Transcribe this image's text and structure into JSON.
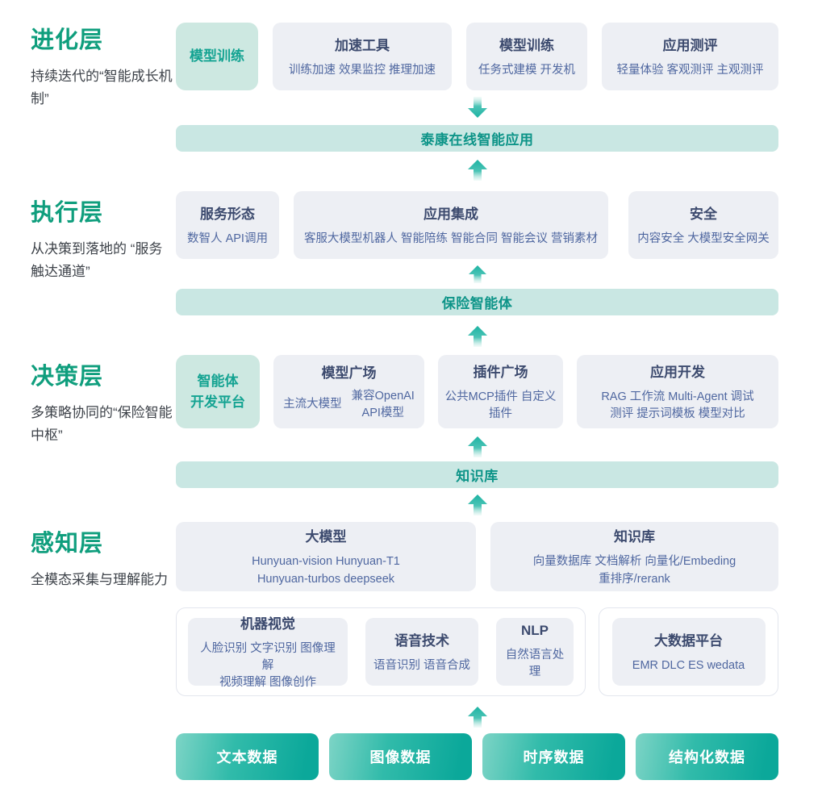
{
  "layers": {
    "evolution": {
      "title": "进化层",
      "subtitle": "持续迭代的“智能成长机制”",
      "cards": {
        "training_platform": {
          "title": "模型训练"
        },
        "accel_tools": {
          "title": "加速工具",
          "items": "训练加速 效果监控 推理加速"
        },
        "model_training": {
          "title": "模型训练",
          "items": "任务式建模 开发机"
        },
        "app_eval": {
          "title": "应用测评",
          "items": "轻量体验 客观测评 主观测评"
        }
      }
    },
    "execution": {
      "title": "执行层",
      "subtitle": "从决策到落地的 “服务触达通道”",
      "cards": {
        "service_forms": {
          "title": "服务形态",
          "items": "数智人  API调用"
        },
        "app_integration": {
          "title": "应用集成",
          "items": "客服大模型机器人 智能陪练 智能合同 智能会议 营销素材"
        },
        "security": {
          "title": "安全",
          "items": "内容安全 大模型安全网关"
        }
      }
    },
    "decision": {
      "title": "决策层",
      "subtitle": "多策略协同的“保险智能中枢”",
      "cards": {
        "agent_platform": {
          "title": "智能体\n开发平台"
        },
        "model_square": {
          "title": "模型广场",
          "item1": "主流大模型",
          "item2": "兼容OpenAI\nAPI模型"
        },
        "plugin_square": {
          "title": "插件广场",
          "items": "公共MCP插件 自定义插件"
        },
        "app_dev": {
          "title": "应用开发",
          "items": "RAG 工作流 Multi-Agent 调试\n测评 提示词模板 模型对比"
        }
      }
    },
    "perception": {
      "title": "感知层",
      "subtitle": "全模态采集与理解能力",
      "cards": {
        "llm": {
          "title": "大模型",
          "items": "Hunyuan-vision Hunyuan-T1\nHunyuan-turbos deepseek"
        },
        "kb": {
          "title": "知识库",
          "items": "向量数据库  文档解析 向量化/Embeding\n重排序/rerank"
        },
        "cv": {
          "title": "机器视觉",
          "items": "人脸识别 文字识别 图像理解\n视频理解 图像创作"
        },
        "speech": {
          "title": "语音技术",
          "items": "语音识别 语音合成"
        },
        "nlp": {
          "title": "NLP",
          "items": "自然语言处理"
        },
        "bigdata": {
          "title": "大数据平台",
          "items": "EMR DLC ES wedata"
        }
      }
    }
  },
  "bars": {
    "app_bar": "泰康在线智能应用",
    "agent_bar": "保险智能体",
    "kb_bar": "知识库"
  },
  "data_pills": [
    "文本数据",
    "图像数据",
    "时序数据",
    "结构化数据"
  ],
  "colors": {
    "accent_green": "#0f9e7d",
    "card_bg": "#edeff4",
    "card_title": "#3c4a6e",
    "card_text": "#4f67a0",
    "green_card_bg": "#cde8e1",
    "bar_bg": "#c9e7e3",
    "bar_text": "#0d9488",
    "arrow": "#1db3a3",
    "pill_gradient_start": "#7dd4c6",
    "pill_gradient_end": "#0ba89a"
  }
}
